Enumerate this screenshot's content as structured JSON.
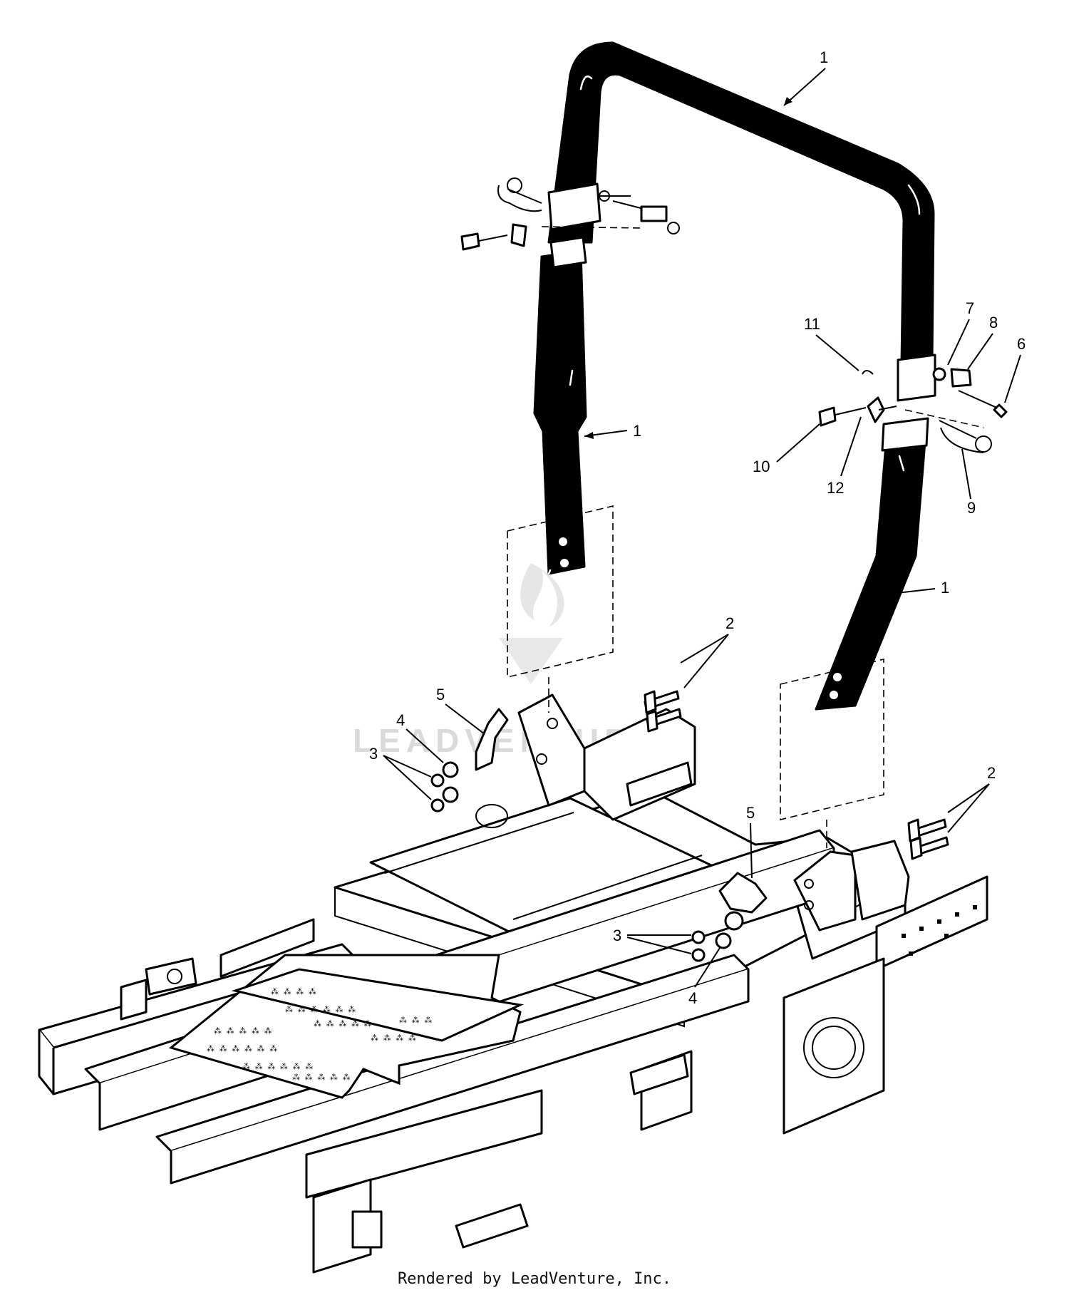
{
  "callouts": {
    "c1a": "1",
    "c1b": "1",
    "c1c": "1",
    "c2a": "2",
    "c2b": "2",
    "c3a": "3",
    "c3b": "3",
    "c4a": "4",
    "c4b": "4",
    "c5a": "5",
    "c5b": "5",
    "c6": "6",
    "c7": "7",
    "c8": "8",
    "c9": "9",
    "c10": "10",
    "c11": "11",
    "c12": "12"
  },
  "watermark": "LEADVENTURE",
  "footer": "Rendered by LeadVenture, Inc.",
  "colors": {
    "line": "#000000",
    "background": "#ffffff",
    "watermark": "#d6d6d6"
  }
}
